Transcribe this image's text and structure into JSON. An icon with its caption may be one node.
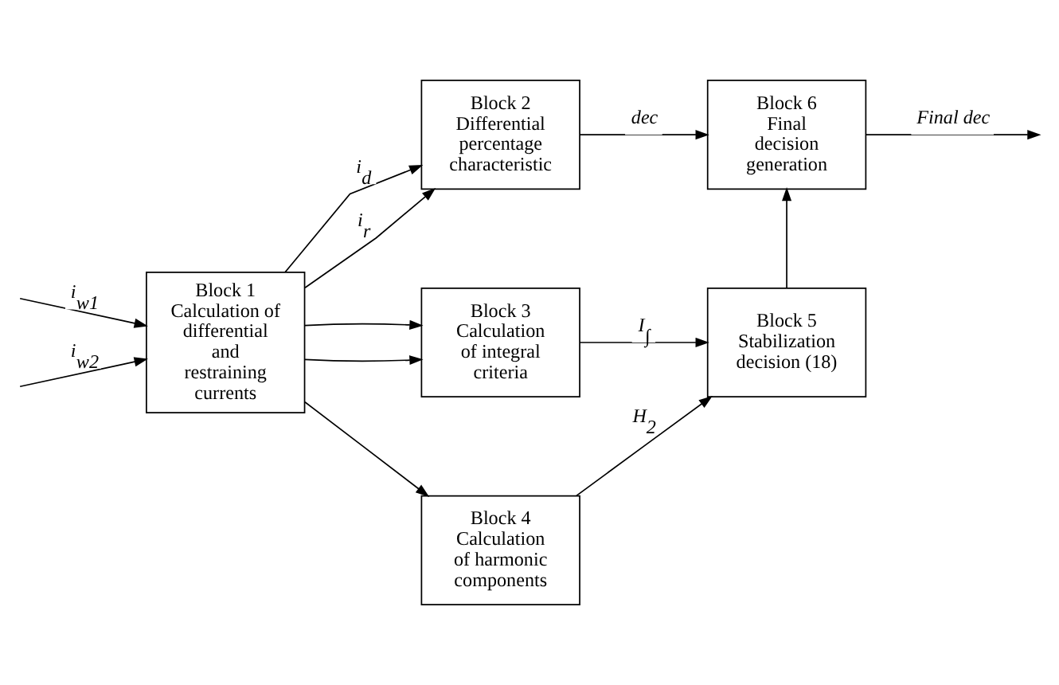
{
  "diagram": {
    "nodes": [
      {
        "text": [
          "Block 1",
          "Calculation of differential and restraining currents"
        ]
      },
      {
        "text": [
          "Block 2",
          "Differential percentage characteristic"
        ]
      },
      {
        "text": [
          "Block 3",
          "Calculation of integral criteria"
        ]
      },
      {
        "text": [
          "Block 4",
          "Calculation of harmonic components"
        ]
      },
      {
        "text": [
          "Block 5",
          "Stabilization decision (18)"
        ]
      },
      {
        "text": [
          "Block 6",
          "Final decision generation"
        ]
      }
    ],
    "edges": [
      {
        "from": null,
        "to": 0,
        "arrow": "to",
        "label": "i$_{w1}$"
      },
      {
        "from": null,
        "to": 0,
        "arrow": "to",
        "label": "i$_{w2}$"
      },
      {
        "from": 0,
        "to": 1,
        "arrow": "to",
        "label": "i$_{d}$"
      },
      {
        "from": 0,
        "to": 1,
        "arrow": "to",
        "label": "i$_{r}$"
      },
      {
        "from": 0,
        "to": 2,
        "arrow": "to"
      },
      {
        "from": 0,
        "to": 2,
        "arrow": "to"
      },
      {
        "from": 0,
        "to": 3,
        "arrow": "to"
      },
      {
        "from": 1,
        "to": 5,
        "arrow": "to",
        "label": "dec"
      },
      {
        "from": 2,
        "to": 4,
        "arrow": "to",
        "label": "I$_{∫}$"
      },
      {
        "from": 3,
        "to": 4,
        "arrow": "to",
        "label": "H$_{2}$"
      },
      {
        "from": 4,
        "to": 5,
        "arrow": "to"
      },
      {
        "from": 5,
        "to": null,
        "arrow": "to",
        "label": "Final dec"
      }
    ]
  }
}
